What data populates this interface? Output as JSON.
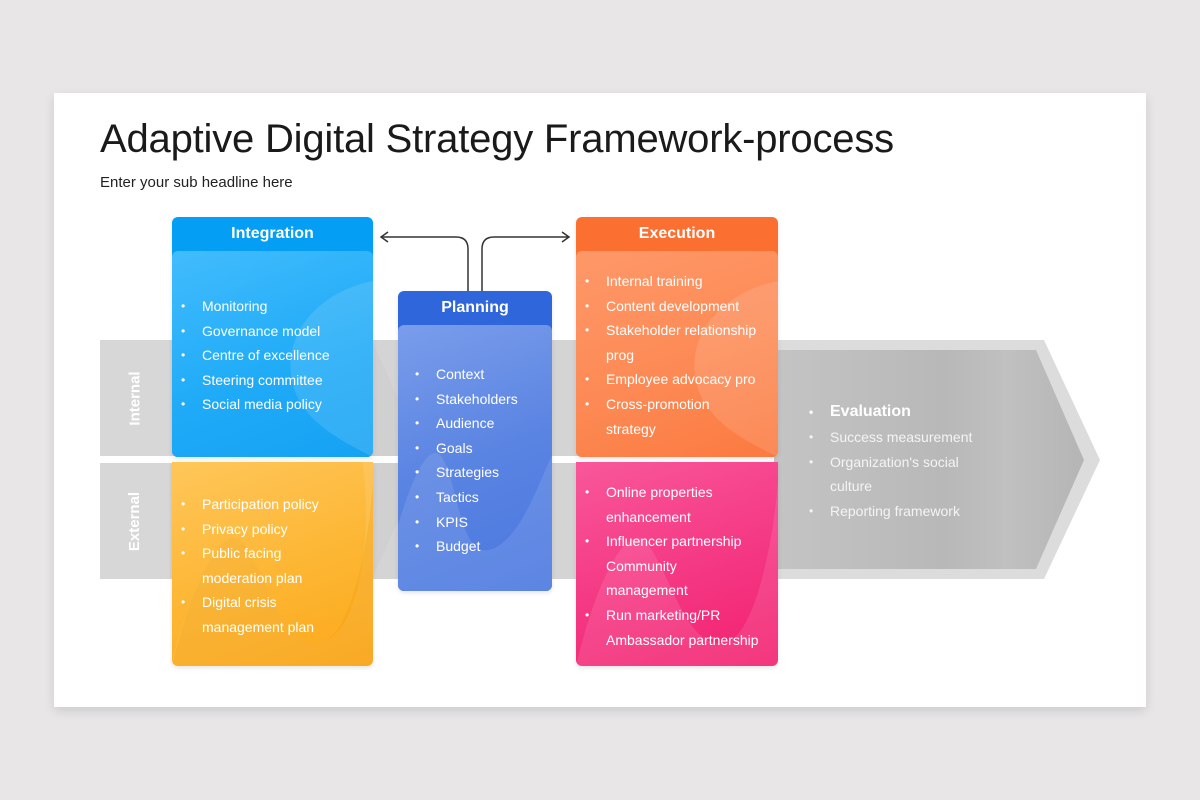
{
  "slide": {
    "title": "Adaptive Digital Strategy Framework-process",
    "subtitle": "Enter your sub headline here"
  },
  "side_labels": {
    "internal": "Internal",
    "external": "External"
  },
  "integration": {
    "title": "Integration",
    "color_header": "#049ff5",
    "color_body": "#2bb3fb",
    "items": [
      "Monitoring",
      "Governance model",
      "Centre of excellence",
      "Steering committee",
      "Social media policy"
    ]
  },
  "integration_external": {
    "color_body": "#fdb22c",
    "items": [
      "Participation policy",
      "Privacy policy",
      "Public facing",
      "moderation plan",
      "Digital crisis",
      "management plan"
    ]
  },
  "planning": {
    "title": "Planning",
    "color_header": "#2f66db",
    "color_body": "#5b86e3",
    "items": [
      "Context",
      "Stakeholders",
      "Audience",
      "Goals",
      "Strategies",
      "Tactics",
      "KPIS",
      "Budget"
    ]
  },
  "execution": {
    "title": "Execution",
    "color_header": "#fb6f31",
    "color_body": "#fd8b57",
    "items": [
      "Internal training",
      "Content development",
      "Stakeholder relationship",
      "prog",
      "Employee advocacy pro",
      "Cross-promotion",
      "strategy"
    ]
  },
  "execution_external": {
    "color_body": "#f5307f",
    "items": [
      "Online properties",
      "enhancement",
      "Influencer partnership",
      "Community",
      "management",
      "Run marketing/PR",
      "Ambassador partnership"
    ]
  },
  "evaluation": {
    "title": "Evaluation",
    "items": [
      "Success measurement",
      "Organization's social",
      "culture",
      "Reporting framework"
    ]
  },
  "colors": {
    "band_gray": "#d7d7d7",
    "arrow_fill": "#bdbdbd",
    "arrow_border": "#dcdcdc",
    "connector": "#333333"
  }
}
